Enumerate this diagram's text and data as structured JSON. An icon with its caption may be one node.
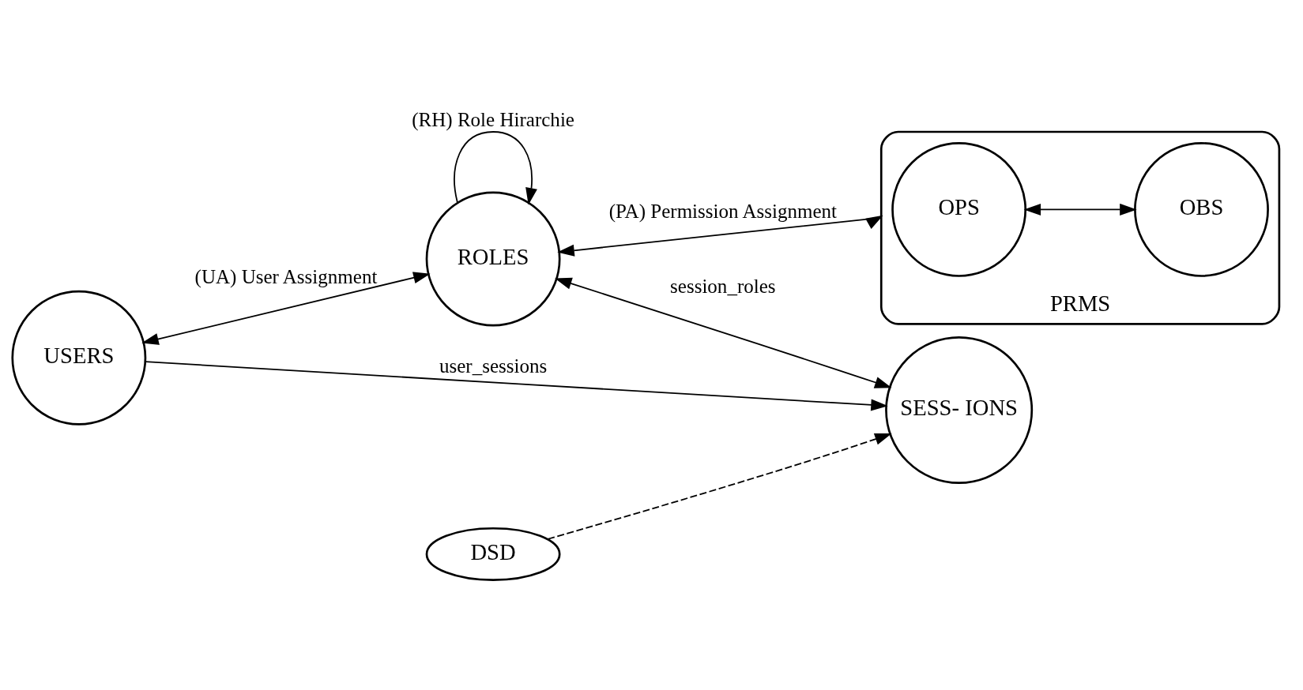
{
  "diagram": {
    "nodes": [
      {
        "text": [
          "USERS"
        ]
      },
      {
        "text": [
          "ROLES"
        ]
      },
      {
        "text": [
          "PRMS"
        ]
      },
      {
        "text": [
          "OPS"
        ],
        "in": 2
      },
      {
        "text": [
          "OBS"
        ],
        "in": 2
      },
      {
        "text": [
          "SESS- IONS"
        ]
      },
      {
        "text": [
          "DSD"
        ]
      }
    ],
    "edges": [
      {
        "from": 1,
        "to": 1,
        "arrow": "to",
        "label": "(RH) Role Hirarchie"
      },
      {
        "from": 0,
        "to": 1,
        "arrow": "both",
        "label": "(UA) User Assignment"
      },
      {
        "from": 1,
        "to": 2,
        "arrow": "both",
        "label": "(PA) Permission Assignment"
      },
      {
        "from": 3,
        "to": 4,
        "arrow": "both"
      },
      {
        "from": 0,
        "to": 5,
        "arrow": "to",
        "label": "user_sessions"
      },
      {
        "from": 1,
        "to": 5,
        "arrow": "both",
        "label": "session_roles"
      },
      {
        "from": 6,
        "to": 5,
        "arrow": "to",
        "style": "dashed"
      }
    ]
  }
}
